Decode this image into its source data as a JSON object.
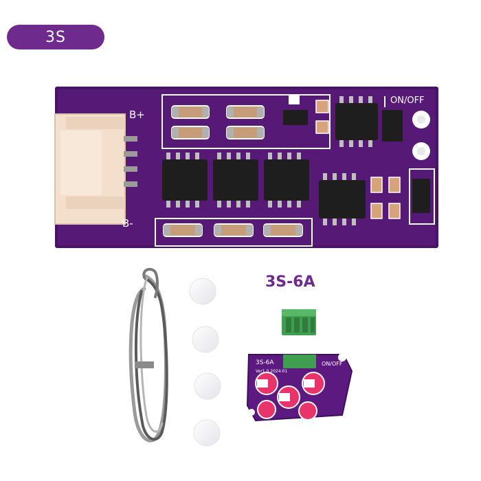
{
  "badge": {
    "label": "3S"
  },
  "product": {
    "label": "3S-6A"
  },
  "main_board": {
    "b_plus": "B+",
    "b_minus": "B-",
    "switch_label": "ON/OFF"
  },
  "small_board": {
    "title": "3S-6A",
    "switch_label": "ON/OFF",
    "version": "Ver1.0 2024-01"
  },
  "colors": {
    "badge": "#6f2a8d",
    "board": "#4a1466",
    "connector": "#f3dfcc",
    "terminal": "#3f9e4f",
    "capacitor": "#e8336b"
  },
  "icons": [
    "cable-coil",
    "foam-pad",
    "terminal-block",
    "capacitor-board"
  ]
}
